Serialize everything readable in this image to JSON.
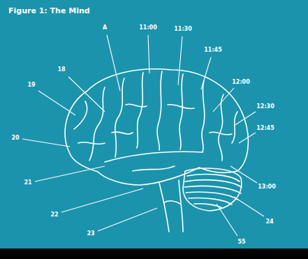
{
  "diagram": {
    "title": "Figure 1: The Mind",
    "labels": [
      "18",
      "A",
      "11:00",
      "11:30",
      "11:45",
      "12:00",
      "12:30",
      "12:45",
      "13:00",
      "24",
      "55",
      "19",
      "20",
      "21",
      "22",
      "23"
    ]
  }
}
